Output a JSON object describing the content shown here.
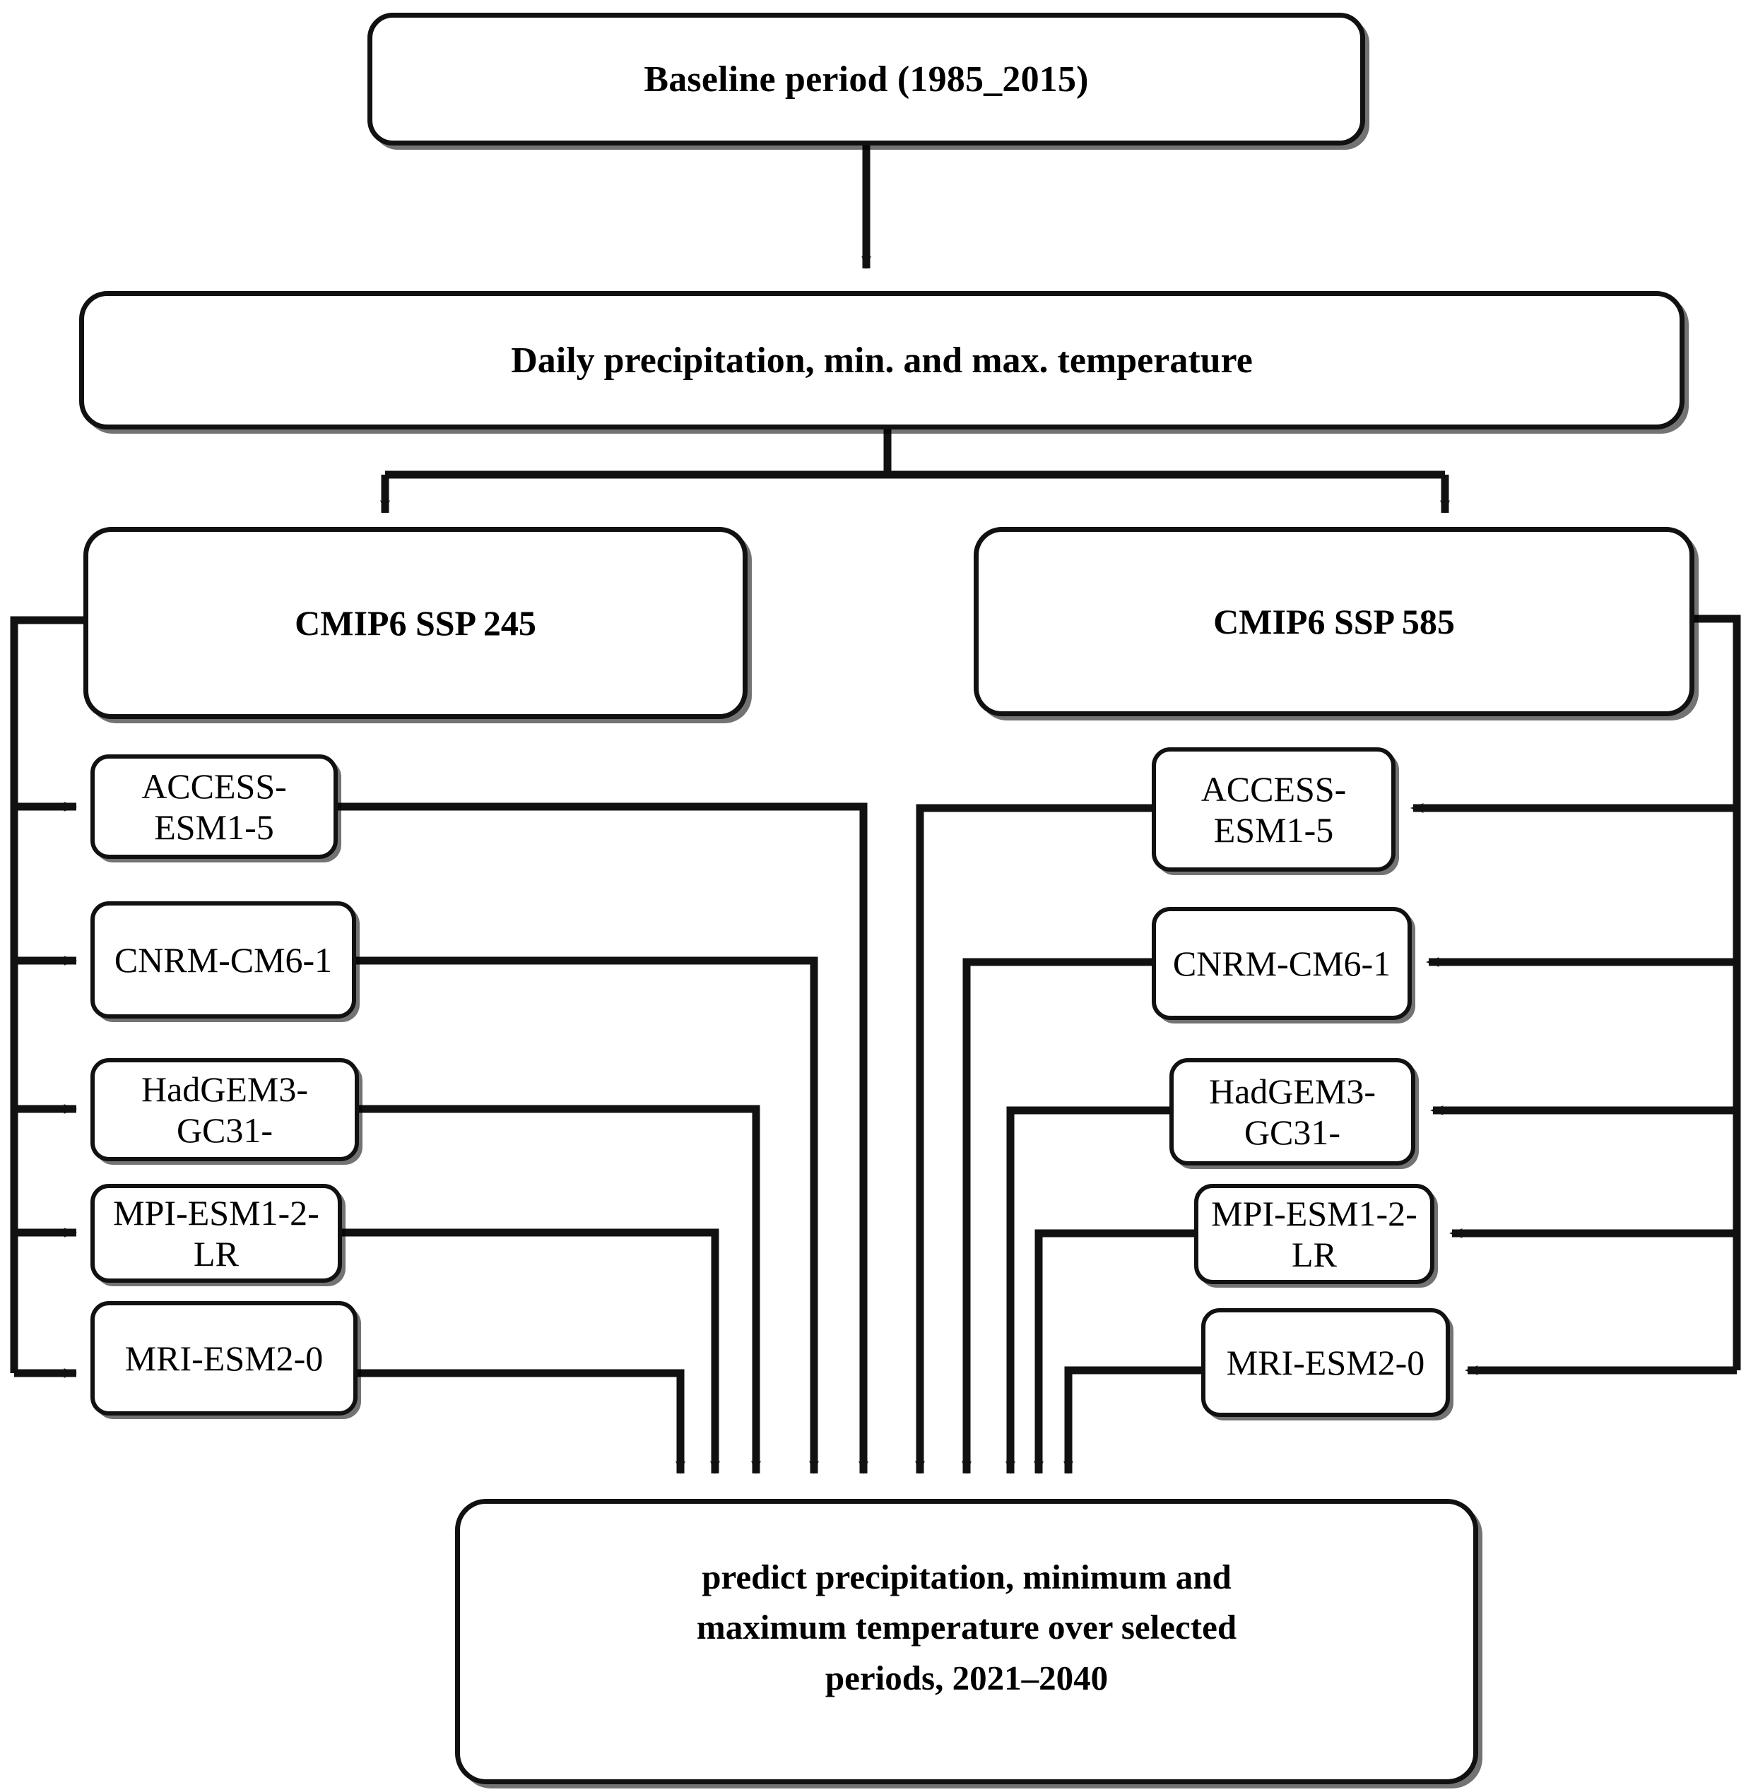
{
  "diagram": {
    "title": "CMIP6 climate projection workflow",
    "colors": {
      "stroke": "#111111",
      "fill": "#ffffff",
      "text": "#000000"
    },
    "nodes": {
      "baseline": "Baseline period (1985_2015)",
      "daily_variables": "Daily precipitation, min. and max. temperature",
      "scenario_left": "CMIP6  SSP 245",
      "scenario_right": "CMIP6  SSP 585",
      "output_line1": "predict precipitation, minimum and",
      "output_line2": "maximum temperature  over  selected",
      "output_line3": "periods, 2021–2040"
    },
    "models_left": [
      "ACCESS-ESM1-5",
      "CNRM-CM6-1",
      "HadGEM3-GC31-",
      "MPI-ESM1-2-LR",
      "MRI-ESM2-0"
    ],
    "models_right": [
      "ACCESS-ESM1-5",
      "CNRM-CM6-1",
      "HadGEM3-GC31-",
      "MPI-ESM1-2-LR",
      "MRI-ESM2-0"
    ]
  }
}
